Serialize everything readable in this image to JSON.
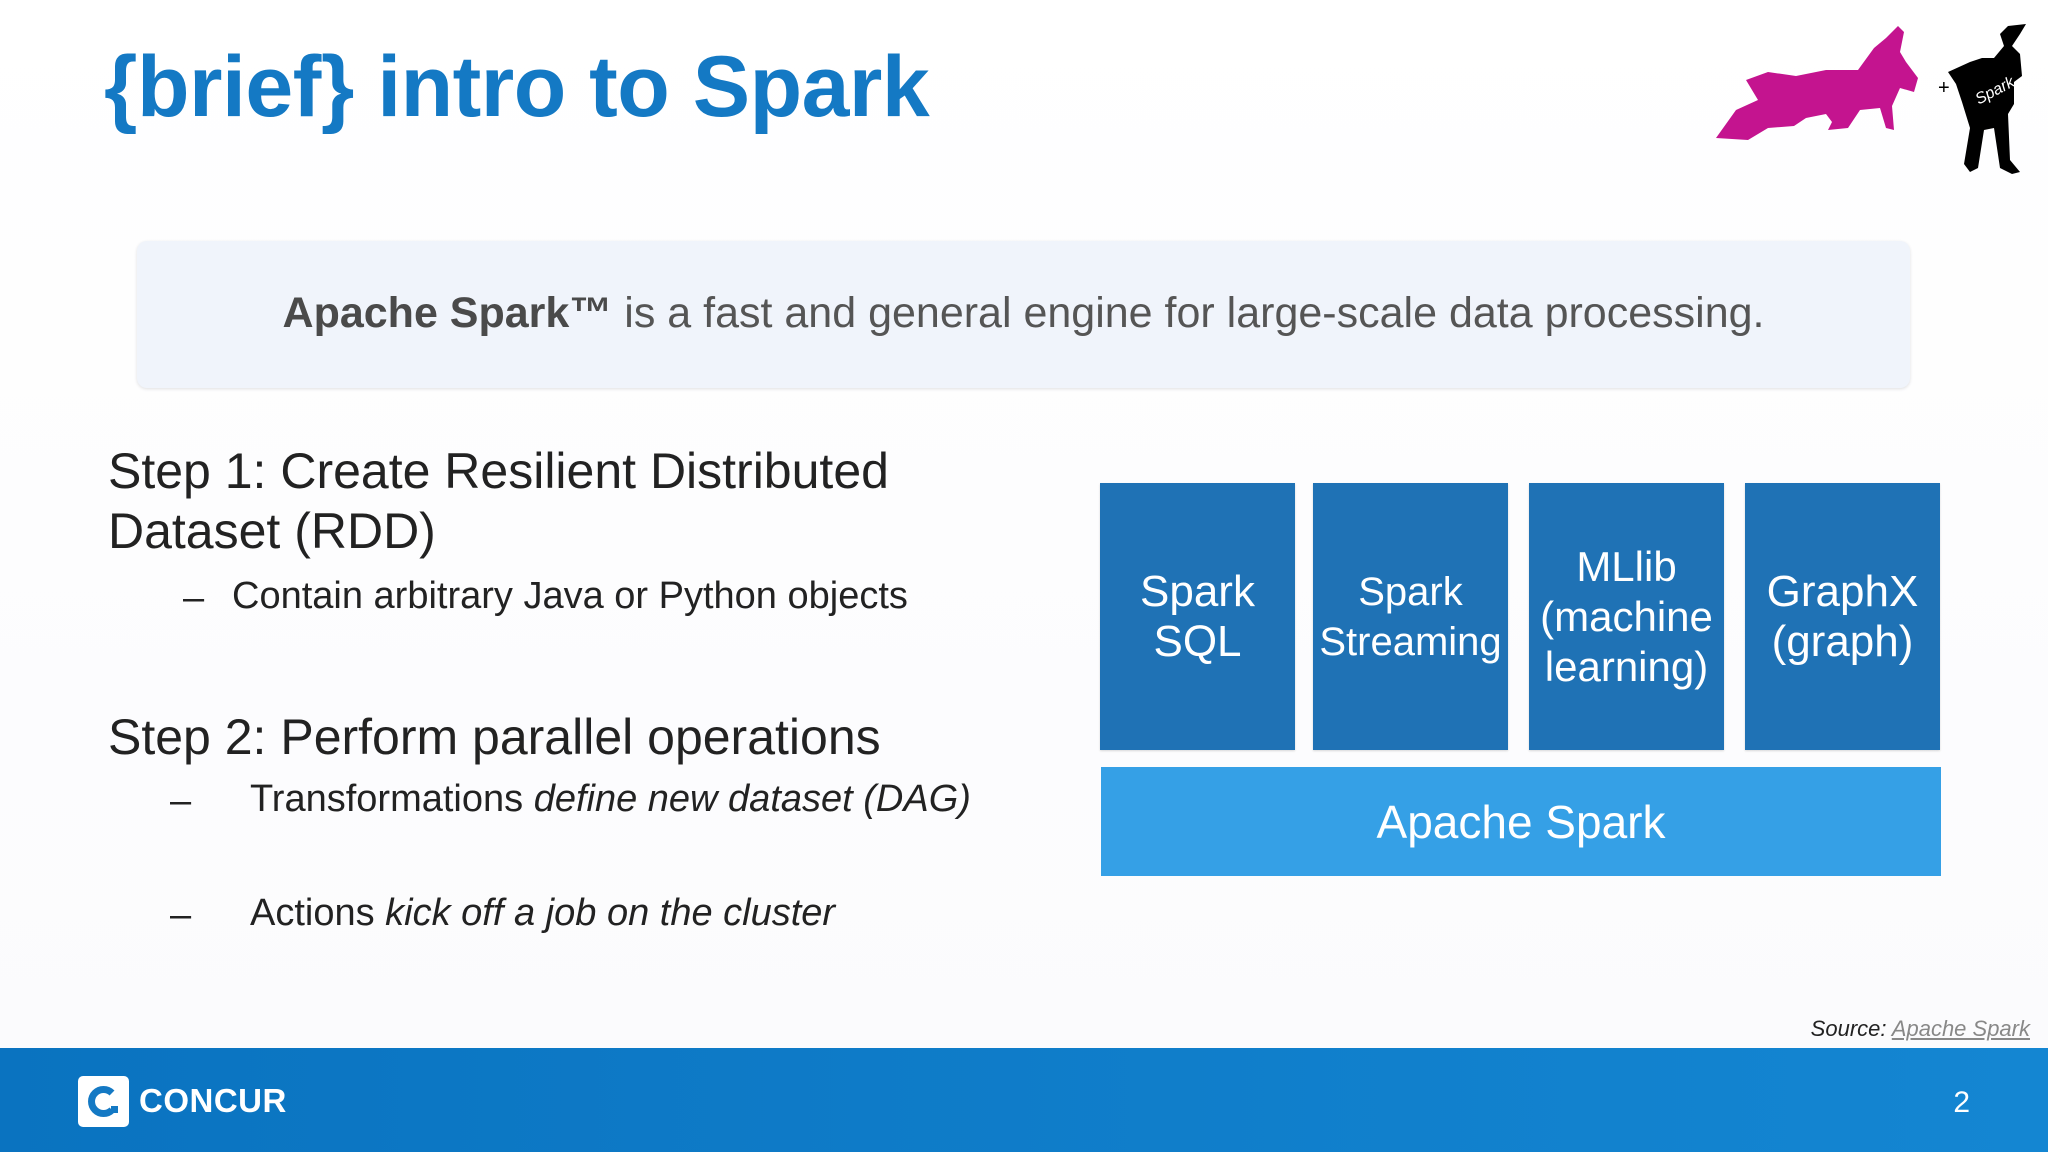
{
  "slide": {
    "title": "{brief} intro to Spark",
    "plus_sign": "+",
    "logo_text": "Spark",
    "tagline_bold": "Apache Spark™",
    "tagline_rest": " is a fast and general engine for large-scale data processing."
  },
  "steps": [
    {
      "title_line1": "Step 1: Create Resilient Distributed",
      "title_line2": "Dataset (RDD)",
      "bullets": [
        {
          "dash": "–",
          "text": "Contain arbitrary Java or Python objects",
          "italic": ""
        }
      ]
    },
    {
      "title_line1": "Step 2: Perform parallel operations",
      "bullets": [
        {
          "dash": "–",
          "text": "Transformations ",
          "italic": "define new dataset (DAG)"
        },
        {
          "dash": "–",
          "text": "Actions ",
          "italic": "kick off a job on the cluster"
        }
      ]
    }
  ],
  "diagram": {
    "modules": [
      {
        "line1": "Spark",
        "line2": "SQL",
        "line3": ""
      },
      {
        "line1": "Spark",
        "line2": "Streaming",
        "line3": ""
      },
      {
        "line1": "MLlib",
        "line2": "(machine",
        "line3": "learning)"
      },
      {
        "line1": "GraphX",
        "line2": "(graph)",
        "line3": ""
      }
    ],
    "base": "Apache Spark",
    "colors": {
      "module": "#1f72b5",
      "base": "#35a0e6"
    }
  },
  "source": {
    "label": "Source: ",
    "link": "Apache Spark"
  },
  "footer": {
    "brand": "CONCUR",
    "page_number": "2"
  },
  "colors": {
    "title": "#1479c4",
    "footer": "#0a73c0",
    "dog_magenta": "#c4148f",
    "dog_black": "#000000"
  }
}
